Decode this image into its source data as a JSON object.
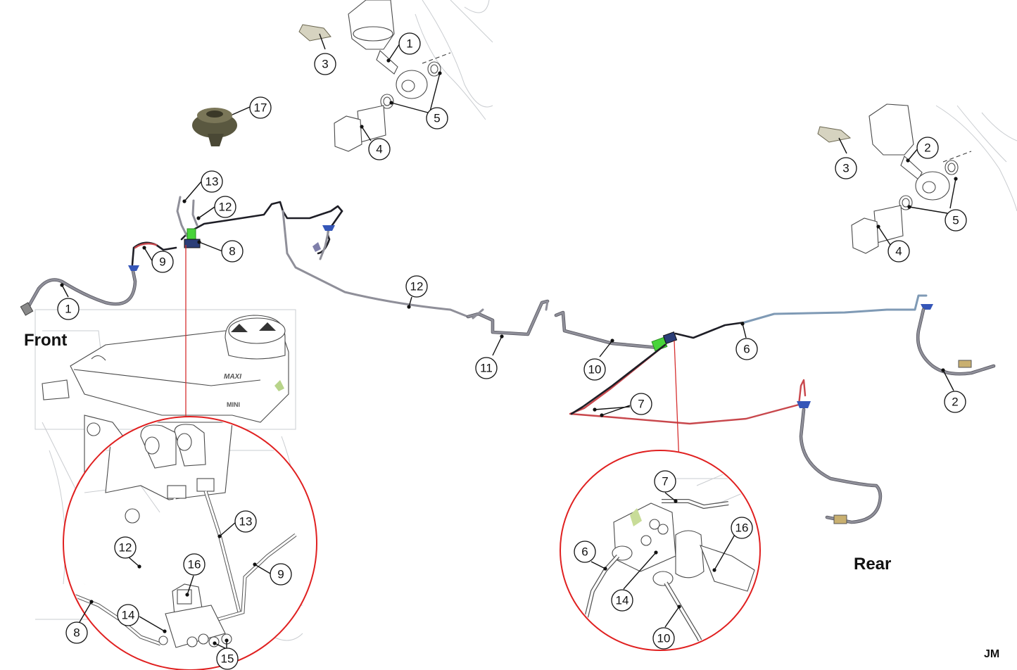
{
  "labels": {
    "front": "Front",
    "rear": "Rear",
    "signature": "JM"
  },
  "callouts": [
    {
      "id": "c-1-top",
      "text": "1"
    },
    {
      "id": "c-3-top",
      "text": "3"
    },
    {
      "id": "c-5-top",
      "text": "5"
    },
    {
      "id": "c-4-top",
      "text": "4"
    },
    {
      "id": "c-17",
      "text": "17"
    },
    {
      "id": "c-2-right",
      "text": "2"
    },
    {
      "id": "c-3-right",
      "text": "3"
    },
    {
      "id": "c-5-right",
      "text": "5"
    },
    {
      "id": "c-4-right",
      "text": "4"
    },
    {
      "id": "c-13-main",
      "text": "13"
    },
    {
      "id": "c-12-main",
      "text": "12"
    },
    {
      "id": "c-8-main",
      "text": "8"
    },
    {
      "id": "c-9-main",
      "text": "9"
    },
    {
      "id": "c-1-main",
      "text": "1"
    },
    {
      "id": "c-12-mid",
      "text": "12"
    },
    {
      "id": "c-11",
      "text": "11"
    },
    {
      "id": "c-10-main",
      "text": "10"
    },
    {
      "id": "c-6-main",
      "text": "6"
    },
    {
      "id": "c-7-main",
      "text": "7"
    },
    {
      "id": "c-2-main",
      "text": "2"
    },
    {
      "id": "c-13-zoom",
      "text": "13"
    },
    {
      "id": "c-12-zoom",
      "text": "12"
    },
    {
      "id": "c-9-zoom",
      "text": "9"
    },
    {
      "id": "c-16-zoomL",
      "text": "16"
    },
    {
      "id": "c-14-zoomL",
      "text": "14"
    },
    {
      "id": "c-8-zoom",
      "text": "8"
    },
    {
      "id": "c-15",
      "text": "15"
    },
    {
      "id": "c-7-zoom",
      "text": "7"
    },
    {
      "id": "c-16-zoomR",
      "text": "16"
    },
    {
      "id": "c-6-zoom",
      "text": "6"
    },
    {
      "id": "c-14-zoomR",
      "text": "14"
    },
    {
      "id": "c-10-zoom",
      "text": "10"
    }
  ]
}
